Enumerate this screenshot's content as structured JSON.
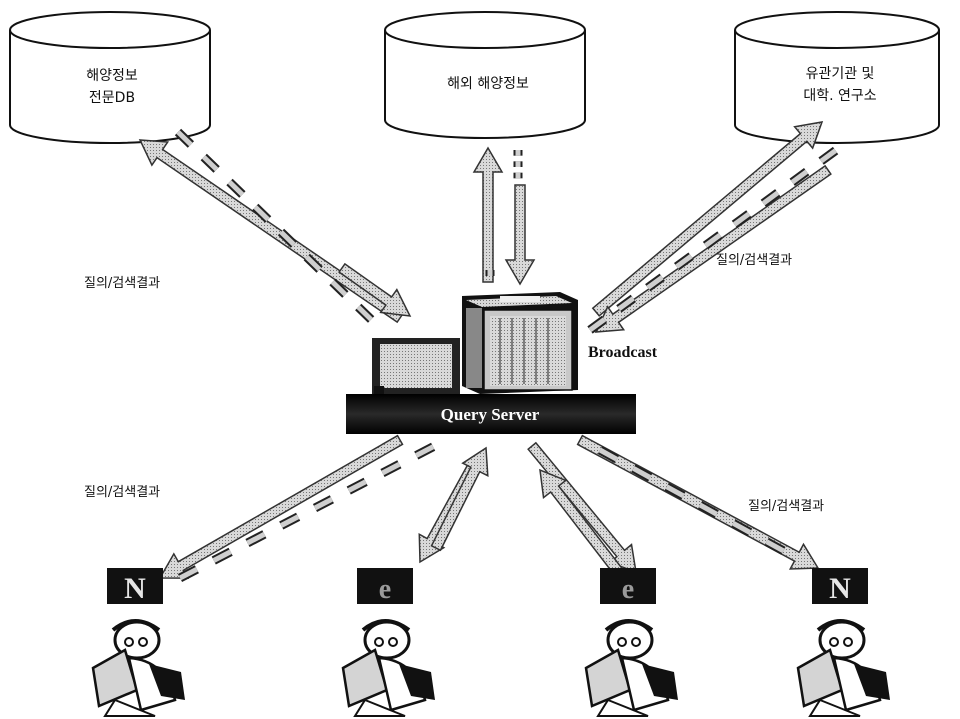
{
  "databases": [
    {
      "lines": [
        "해양정보",
        "전문DB"
      ]
    },
    {
      "lines": [
        "해외 해양정보"
      ]
    },
    {
      "lines": [
        "유관기관 및",
        "대학. 연구소"
      ]
    }
  ],
  "labels": {
    "query_result_top_left": "질의/검색결과",
    "query_result_top_right": "질의/검색결과",
    "query_result_bottom_left": "질의/검색결과",
    "query_result_bottom_right": "질의/검색결과",
    "broadcast": "Broadcast",
    "query_server": "Query Server"
  },
  "clients": [
    {
      "browser_icon": "netscape-icon",
      "browser_letter": "N"
    },
    {
      "browser_icon": "internet-explorer-icon",
      "browser_letter": "e"
    },
    {
      "browser_icon": "internet-explorer-icon",
      "browser_letter": "e"
    },
    {
      "browser_icon": "netscape-icon",
      "browser_letter": "N"
    }
  ],
  "colors": {
    "bar": "#111111",
    "arrow_fill": "#bdbdbd",
    "arrow_stroke": "#333333"
  }
}
